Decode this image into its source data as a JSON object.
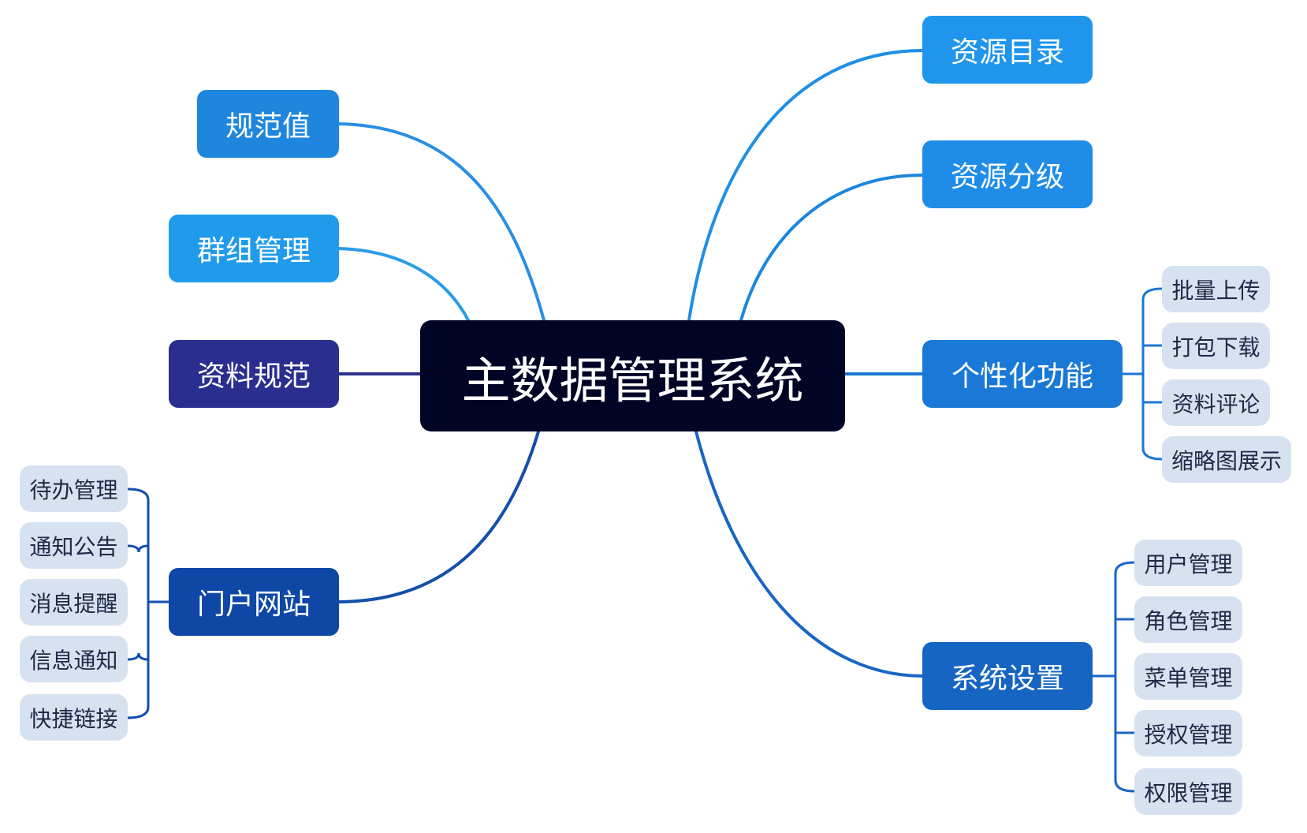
{
  "root": {
    "label": "主数据管理系统"
  },
  "colors": {
    "root_bg": "#020426",
    "leaf_bg": "#d7e2f1",
    "line_guifan": "#2a8ee4",
    "line_qunzu": "#2a9be8",
    "line_ziliao": "#2d2f8f",
    "line_menhu": "#134eab",
    "line_ml": "#1f8fe6",
    "line_fj": "#1c86df",
    "line_gx": "#1b77d3",
    "line_xt": "#1866c4"
  },
  "branches": {
    "guifan": {
      "label": "规范值",
      "color": "#1f86de"
    },
    "qunzu": {
      "label": "群组管理",
      "color": "#209bec"
    },
    "ziliao": {
      "label": "资料规范",
      "color": "#2a2f8f"
    },
    "menhu": {
      "label": "门户网站",
      "color": "#0e47a5",
      "children": [
        "待办管理",
        "通知公告",
        "消息提醒",
        "信息通知",
        "快捷链接"
      ]
    },
    "mulu": {
      "label": "资源目录",
      "color": "#1f95ec"
    },
    "fenji": {
      "label": "资源分级",
      "color": "#1f8de8"
    },
    "gexing": {
      "label": "个性化功能",
      "color": "#1a79d6",
      "children": [
        "批量上传",
        "打包下载",
        "资料评论",
        "缩略图展示"
      ]
    },
    "xitong": {
      "label": "系统设置",
      "color": "#1765c2",
      "children": [
        "用户管理",
        "角色管理",
        "菜单管理",
        "授权管理",
        "权限管理"
      ]
    }
  }
}
